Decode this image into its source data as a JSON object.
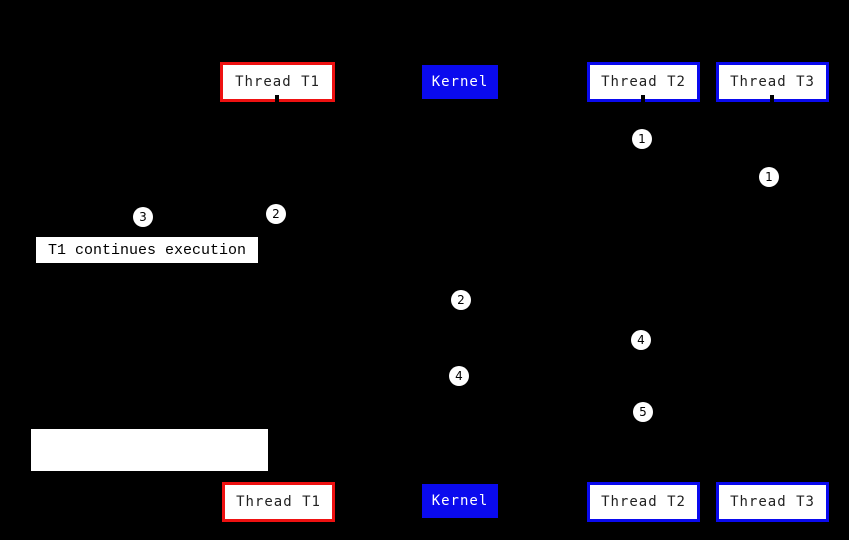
{
  "diagram": {
    "description": "thread-scheduling-sequence-diagram",
    "background": "#000000",
    "boxes": {
      "t1": {
        "label": "Thread T1",
        "border_color": "#ee1111",
        "fill": "#ffffff",
        "text_color": "#222222"
      },
      "kernel": {
        "label": "Kernel",
        "fill": "#0a0aee",
        "text_color": "#ffffff"
      },
      "t2": {
        "label": "Thread T2",
        "border_color": "#0a0aee",
        "fill": "#ffffff",
        "text_color": "#222222"
      },
      "t3": {
        "label": "Thread T3",
        "border_color": "#0a0aee",
        "fill": "#ffffff",
        "text_color": "#222222"
      }
    },
    "note": {
      "text": "T1 continues execution",
      "fill": "#ffffff",
      "text_color": "#000000"
    },
    "markers": [
      {
        "label": "1"
      },
      {
        "label": "1"
      },
      {
        "label": "3"
      },
      {
        "label": "2"
      },
      {
        "label": "2"
      },
      {
        "label": "4"
      },
      {
        "label": "4"
      },
      {
        "label": "5"
      }
    ]
  }
}
